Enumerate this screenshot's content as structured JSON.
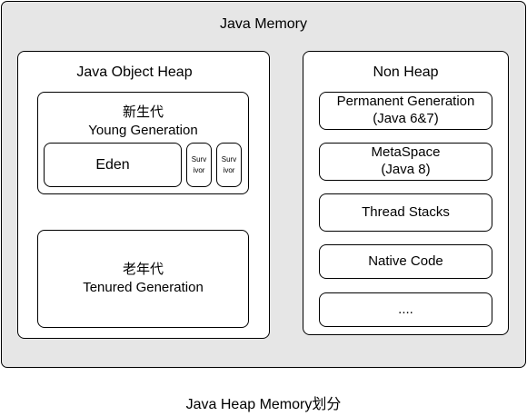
{
  "outer": {
    "title": "Java Memory"
  },
  "heap": {
    "title": "Java Object Heap",
    "young": {
      "title_cn": "新生代",
      "title_en": "Young Generation",
      "eden": "Eden",
      "survivor1": [
        "Surv",
        "ivor"
      ],
      "survivor2": [
        "Surv",
        "ivor"
      ]
    },
    "tenured": {
      "title_cn": "老年代",
      "title_en": "Tenured Generation"
    }
  },
  "nonheap": {
    "title": "Non Heap",
    "items": [
      {
        "line1": "Permanent Generation",
        "line2": "(Java 6&7)"
      },
      {
        "line1": "MetaSpace",
        "line2": "(Java 8)"
      },
      {
        "line1": "Thread Stacks"
      },
      {
        "line1": "Native Code"
      },
      {
        "line1": "...."
      }
    ]
  },
  "caption": "Java Heap Memory划分"
}
